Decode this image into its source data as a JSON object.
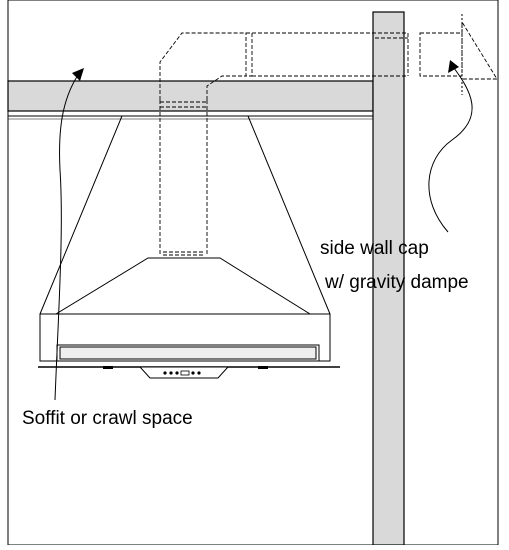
{
  "diagram": {
    "labels": {
      "side_wall_cap_line1": "side wall cap",
      "side_wall_cap_line2": "w/ gravity dampe",
      "soffit": "Soffit or crawl space"
    },
    "colors": {
      "line": "#000000",
      "wall_fill": "#d9d9d9",
      "background": "#ffffff"
    }
  }
}
